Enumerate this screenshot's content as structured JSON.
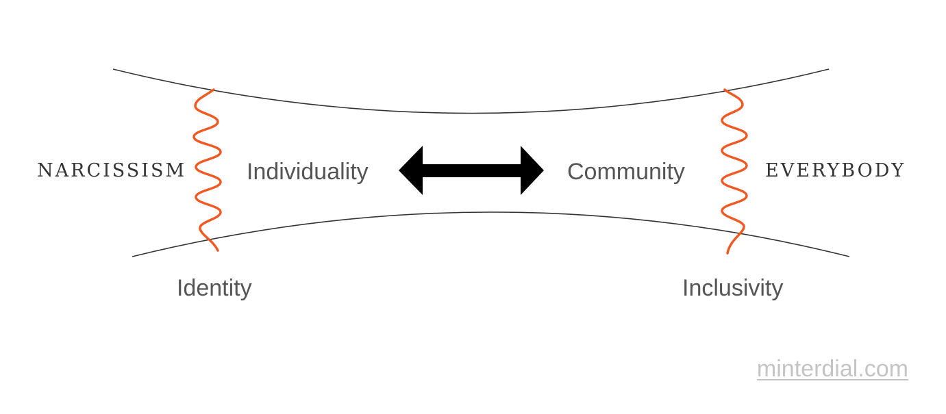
{
  "labels": {
    "left_extreme": "Narcissism",
    "left_center": "Individuality",
    "right_center": "Community",
    "right_extreme": "Everybody",
    "bottom_left": "Identity",
    "bottom_right": "Inclusivity"
  },
  "watermark": "minterdial.com",
  "colors": {
    "curve": "#333333",
    "zigzag": "#f05a22",
    "arrow": "#000000",
    "label": "#555555",
    "watermark": "#c4c4c4"
  }
}
